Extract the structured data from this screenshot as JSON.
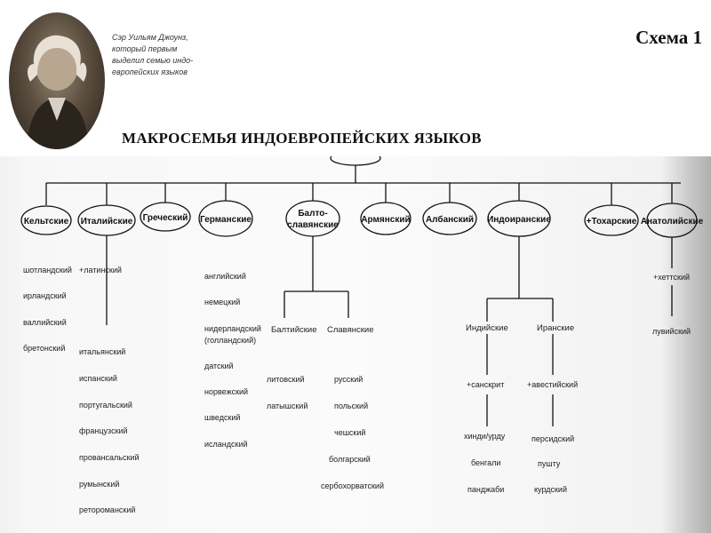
{
  "caption": {
    "lines": [
      "Сэр Уильям Джоунз,",
      "который первым",
      "выделил семью индо-",
      "европейских языков"
    ]
  },
  "scheme_label": "Схема 1",
  "title": "МАКРОСЕМЬЯ ИНДОЕВРОПЕЙСКИХ ЯЗЫКОВ",
  "branches": {
    "celtic": "Кельтские",
    "italic": "Италийские",
    "greek": "Греческий",
    "germanic": "Германские",
    "balto_slavic_1": "Балто-",
    "balto_slavic_2": "славянские",
    "armenian": "Армянский",
    "albanian": "Албанский",
    "indo_iranian": "Индоиранские",
    "tocharian": "+Тохарские",
    "anatolian": "Анатолийские"
  },
  "languages": {
    "celtic": [
      "шотландский",
      "ирландский",
      "валлийский",
      "бретонский"
    ],
    "italic_latin": "+латинский",
    "italic": [
      "итальянский",
      "испанский",
      "португальский",
      "французский",
      "провансальский",
      "румынский",
      "ретороманский"
    ],
    "germanic": [
      "английский",
      "немецкий",
      "нидерландский",
      "(голландский)",
      "датский",
      "норвежский",
      "шведский",
      "исландский"
    ],
    "baltic_label": "Балтийские",
    "baltic": [
      "литовский",
      "латышский"
    ],
    "slavic_label": "Славянские",
    "slavic": [
      "русский",
      "польский",
      "чешский",
      "болгарский",
      "сербохорватский"
    ],
    "indic_label": "Индийские",
    "indic_ancient": "+санскрит",
    "indic": [
      "хинди/урду",
      "бенгали",
      "панджаби"
    ],
    "iranian_label": "Иранские",
    "iranian_ancient": "+авестийский",
    "iranian": [
      "персидский",
      "пушту",
      "курдский"
    ],
    "anatolian": [
      "+хеттский",
      "лувийский"
    ]
  },
  "colors": {
    "ink": "#111111",
    "portrait": "#5c4f40",
    "scan_edge": "#b0b0b0"
  }
}
